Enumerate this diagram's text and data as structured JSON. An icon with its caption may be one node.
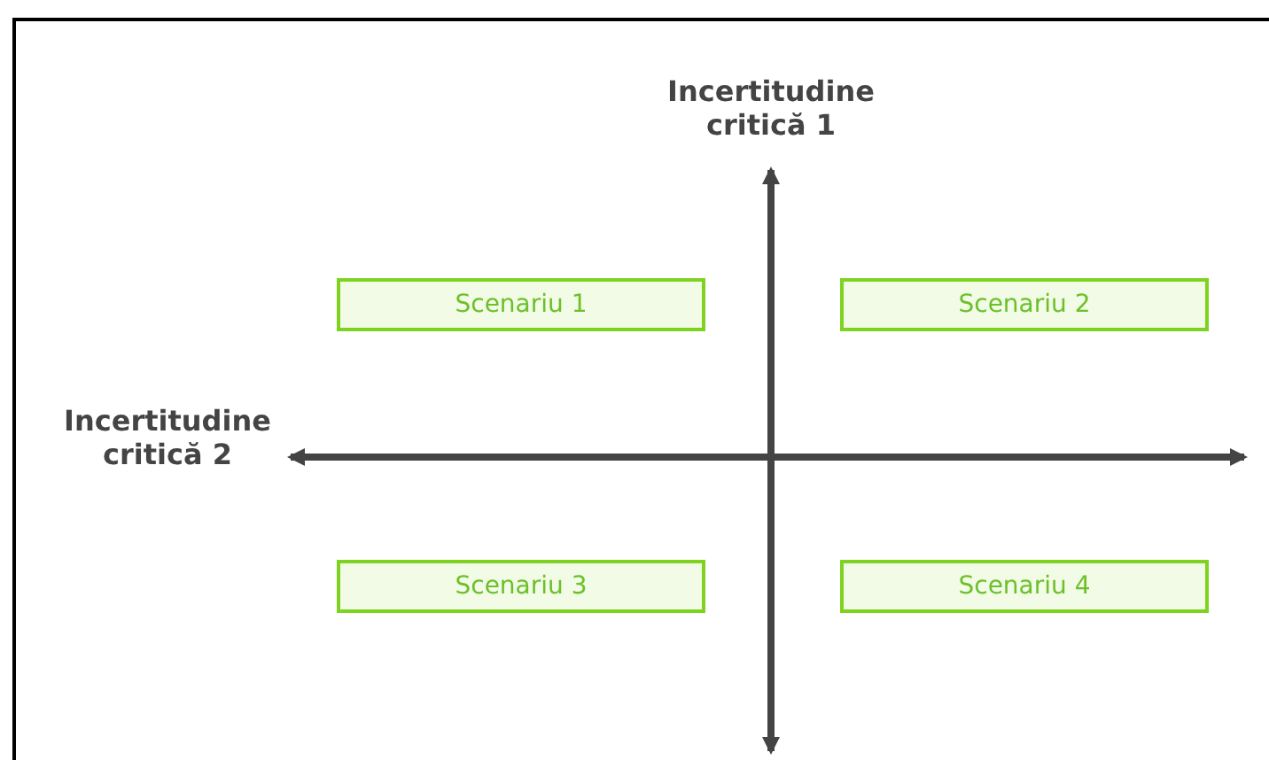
{
  "diagram": {
    "nodes": [
      {
        "text": [
          "Scenariu 1"
        ]
      },
      {
        "text": [
          "Scenariu 2"
        ]
      },
      {
        "text": [
          "Scenariu 3"
        ]
      },
      {
        "text": [
          "Scenariu 4"
        ]
      }
    ],
    "labels": [
      "Incertitudine critică 1",
      "Incertitudine critică 2"
    ]
  }
}
